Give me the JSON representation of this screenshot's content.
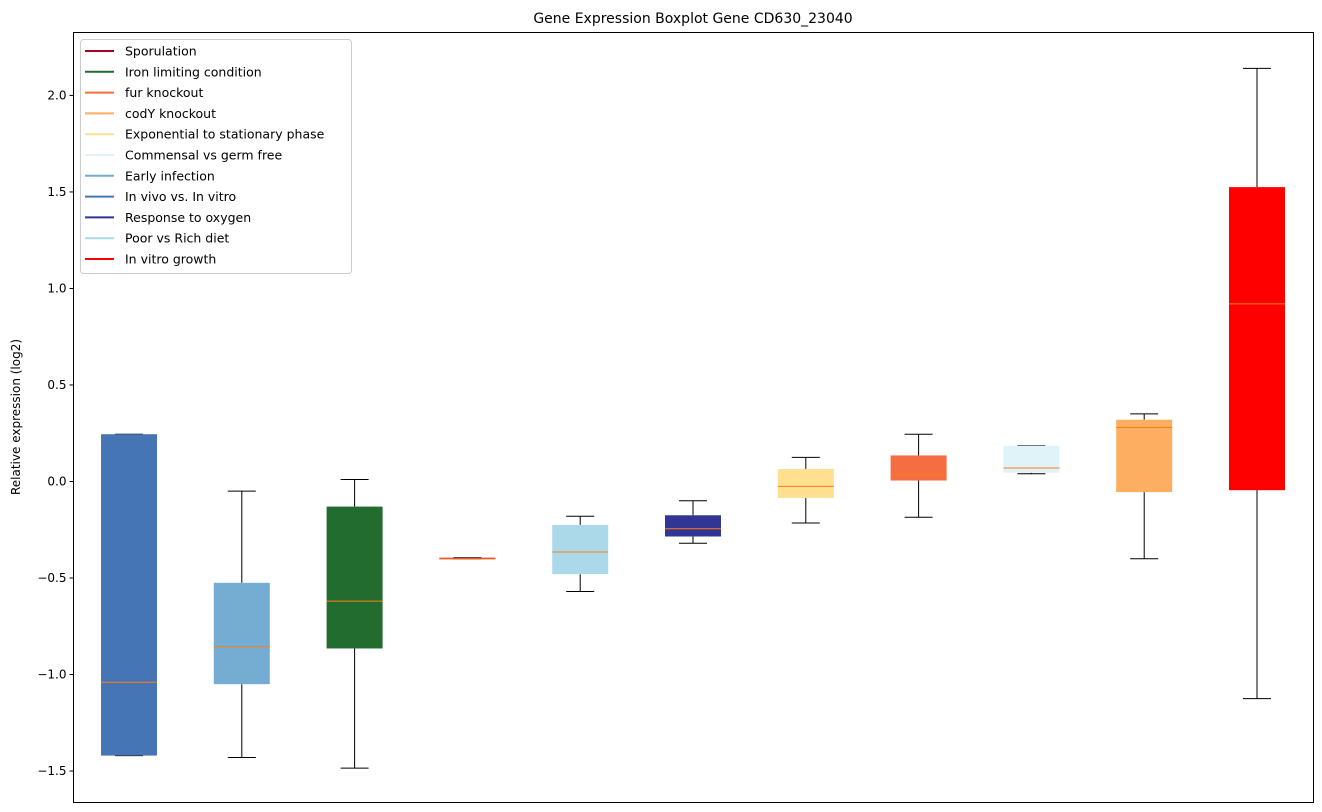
{
  "chart_data": {
    "type": "boxplot",
    "title": "Gene Expression Boxplot Gene CD630_23040",
    "xlabel": "",
    "ylabel": "Relative expression (log2)",
    "ylim": [
      -1.663,
      2.326
    ],
    "yticks": [
      2.0,
      1.5,
      1.0,
      0.5,
      0.0,
      -0.5,
      -1.0,
      -1.5
    ],
    "ytick_labels": [
      "2.0",
      "1.5",
      "1.0",
      "0.5",
      "0.0",
      "−0.5",
      "−1.0",
      "−1.5"
    ],
    "grid": false,
    "legend_position": "top-left",
    "legend": [
      {
        "label": "Sporulation",
        "color": "#a50026"
      },
      {
        "label": "Iron limiting condition",
        "color": "#226c2f"
      },
      {
        "label": "fur knockout",
        "color": "#f46d43"
      },
      {
        "label": "codY knockout",
        "color": "#fdae61"
      },
      {
        "label": "Exponential to stationary phase",
        "color": "#fee090"
      },
      {
        "label": "Commensal vs germ free",
        "color": "#e0f3f8"
      },
      {
        "label": "Early infection",
        "color": "#74add1"
      },
      {
        "label": "In vivo vs. In vitro",
        "color": "#4575b4"
      },
      {
        "label": "Response to oxygen",
        "color": "#313695"
      },
      {
        "label": "Poor vs Rich diet",
        "color": "#abd9e9"
      },
      {
        "label": "In vitro growth",
        "color": "#ff0000"
      }
    ],
    "median_color": "#ff7f0e",
    "boxes": [
      {
        "name": "In vivo vs. In vitro",
        "color": "#4575b4",
        "whislo": -1.42,
        "q1": -1.42,
        "med": -1.04,
        "q3": 0.245,
        "whishi": 0.245
      },
      {
        "name": "Early infection",
        "color": "#74add1",
        "whislo": -1.43,
        "q1": -1.05,
        "med": -0.855,
        "q3": -0.525,
        "whishi": -0.05
      },
      {
        "name": "Iron limiting condition",
        "color": "#226c2f",
        "whislo": -1.485,
        "q1": -0.865,
        "med": -0.62,
        "q3": -0.13,
        "whishi": 0.01
      },
      {
        "name": "Sporulation",
        "color": "#a50026",
        "whislo": -0.4,
        "q1": -0.4,
        "med": -0.4,
        "q3": -0.395,
        "whishi": -0.395
      },
      {
        "name": "Poor vs Rich diet",
        "color": "#abd9e9",
        "whislo": -0.57,
        "q1": -0.48,
        "med": -0.365,
        "q3": -0.225,
        "whishi": -0.18
      },
      {
        "name": "Response to oxygen",
        "color": "#313695",
        "whislo": -0.32,
        "q1": -0.285,
        "med": -0.245,
        "q3": -0.175,
        "whishi": -0.1
      },
      {
        "name": "Exponential to stationary phase",
        "color": "#fee090",
        "whislo": -0.215,
        "q1": -0.085,
        "med": -0.025,
        "q3": 0.065,
        "whishi": 0.125
      },
      {
        "name": "fur knockout",
        "color": "#f46d43",
        "whislo": -0.185,
        "q1": 0.005,
        "med": 0.035,
        "q3": 0.135,
        "whishi": 0.245
      },
      {
        "name": "Commensal vs germ free",
        "color": "#e0f3f8",
        "whislo": 0.04,
        "q1": 0.045,
        "med": 0.07,
        "q3": 0.185,
        "whishi": 0.185
      },
      {
        "name": "codY knockout",
        "color": "#fdae61",
        "whislo": -0.4,
        "q1": -0.055,
        "med": 0.28,
        "q3": 0.32,
        "whishi": 0.35
      },
      {
        "name": "In vitro growth",
        "color": "#ff0000",
        "whislo": -1.125,
        "q1": -0.045,
        "med": 0.92,
        "q3": 1.525,
        "whishi": 2.14
      }
    ]
  }
}
